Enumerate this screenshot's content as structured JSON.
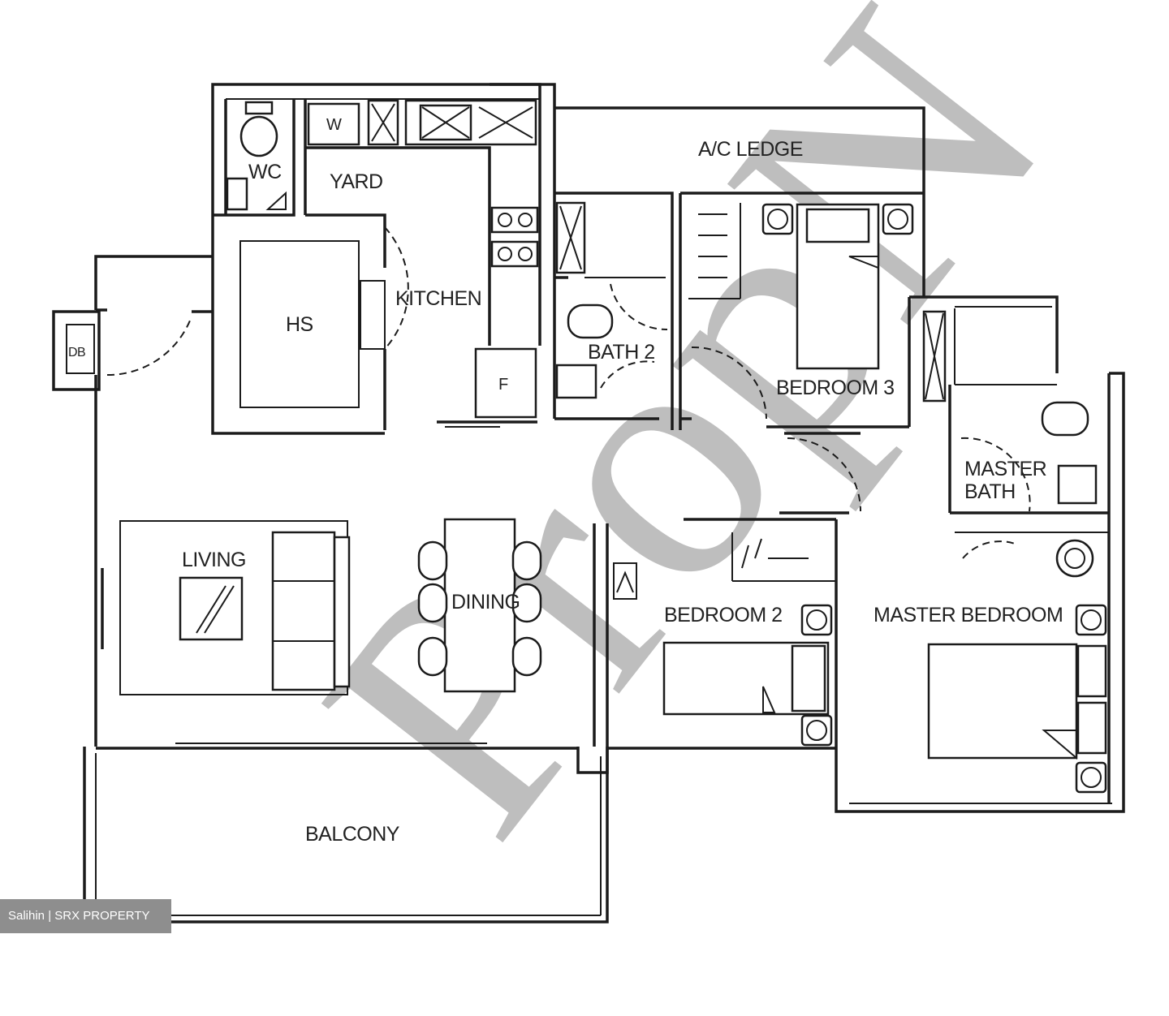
{
  "rooms": {
    "wc": "WC",
    "yard": "YARD",
    "w": "W",
    "ac_ledge": "A/C LEDGE",
    "hs": "HS",
    "kitchen": "KITCHEN",
    "db": "DB",
    "fridge": "F",
    "bath2": "BATH 2",
    "bedroom3": "BEDROOM 3",
    "master_bath_line1": "MASTER",
    "master_bath_line2": "BATH",
    "living": "LIVING",
    "dining": "DINING",
    "bedroom2": "BEDROOM 2",
    "master_bedroom": "MASTER BEDROOM",
    "balcony": "BALCONY"
  },
  "watermark": "PropN",
  "credit": "Salihin | SRX PROPERTY"
}
